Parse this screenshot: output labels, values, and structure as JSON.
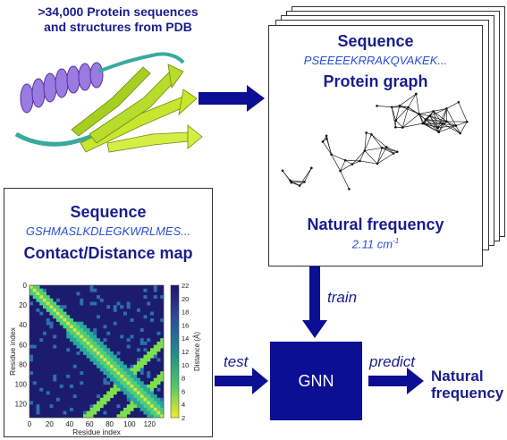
{
  "source": {
    "title_line1": ">34,000 Protein sequences",
    "title_line2": "and structures from PDB"
  },
  "graph_card": {
    "sequence_heading": "Sequence",
    "sequence_value": "PSEEEEKRRAKQVAKEK...",
    "graph_heading": "Protein graph",
    "frequency_heading": "Natural frequency",
    "frequency_value": "2.11 cm",
    "frequency_unit_exp": "-1"
  },
  "map_card": {
    "sequence_heading": "Sequence",
    "sequence_value": "GSHMASLKDLEGKWRLMES...",
    "map_heading": "Contact/Distance map",
    "x_axis_label": "Residue index",
    "y_axis_label": "Residue index",
    "colorbar_label": "Distance (Å)",
    "x_ticks": [
      "0",
      "20",
      "40",
      "60",
      "80",
      "100",
      "120"
    ],
    "y_ticks": [
      "0",
      "20",
      "40",
      "60",
      "80",
      "100",
      "120"
    ],
    "colorbar_ticks": [
      "22",
      "20",
      "18",
      "16",
      "14",
      "12",
      "10",
      "8",
      "6",
      "4",
      "2"
    ]
  },
  "flow": {
    "train_label": "train",
    "test_label": "test",
    "predict_label": "predict",
    "model_label": "GNN",
    "output_line1": "Natural",
    "output_line2": "frequency"
  },
  "colors": {
    "arrow": "#0b0f93",
    "model_box": "#0b0f93",
    "heading": "#1a1d8c",
    "sequence_text": "#2a4fd6"
  }
}
